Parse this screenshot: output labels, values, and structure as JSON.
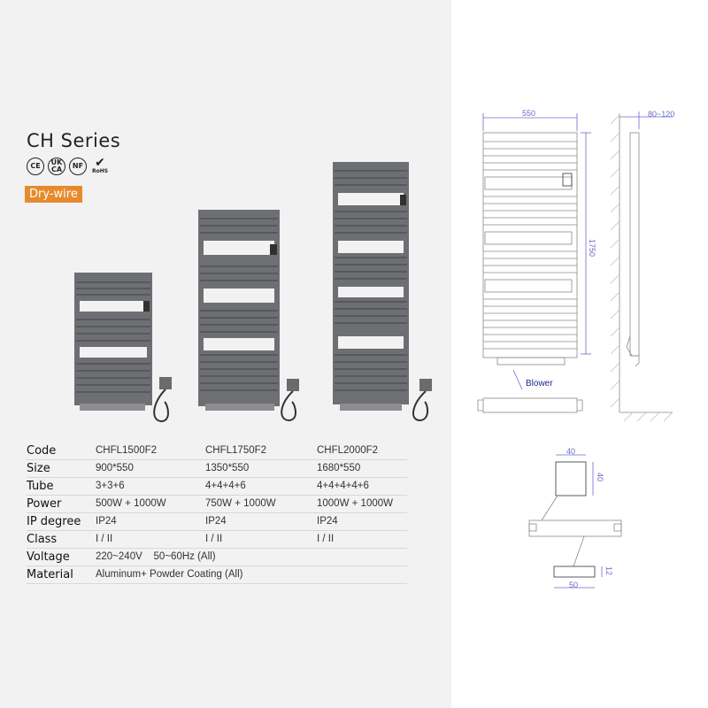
{
  "header": {
    "title": "CH Series",
    "badge": "Dry-wire",
    "certifications": [
      "CE",
      "UK CA",
      "NF",
      "RoHS"
    ]
  },
  "specs": {
    "rows": [
      {
        "label": "Code",
        "values": [
          "CHFL1500F2",
          "CHFL1750F2",
          "CHFL2000F2"
        ]
      },
      {
        "label": "Size",
        "values": [
          "900*550",
          "1350*550",
          "1680*550"
        ]
      },
      {
        "label": "Tube",
        "values": [
          "3+3+6",
          "4+4+4+6",
          "4+4+4+4+6"
        ]
      },
      {
        "label": "Power",
        "values": [
          "500W + 1000W",
          "750W + 1000W",
          "1000W + 1000W"
        ]
      },
      {
        "label": "IP degree",
        "values": [
          "IP24",
          "IP24",
          "IP24"
        ]
      },
      {
        "label": "Class",
        "values": [
          "I / II",
          "I / II",
          "I / II"
        ]
      }
    ],
    "voltage": {
      "label": "Voltage",
      "value": "220~240V    50~60Hz (All)"
    },
    "material": {
      "label": "Material",
      "value": "Aluminum+ Powder Coating (All)"
    }
  },
  "drawing": {
    "width_label": "550",
    "height_label": "1750",
    "depth_label": "80~120",
    "blower_label": "Blower",
    "detail_top_label": "40",
    "detail_side_label": "40",
    "detail_bottom_label": "50",
    "detail_bottom_side_label": "12"
  },
  "colors": {
    "panel_bg": "#f2f2f2",
    "radiator": "#6d6f73",
    "badge": "#e78a2e",
    "drawing_line": "#8a8a8a",
    "dimension_line": "#6a6acb"
  }
}
